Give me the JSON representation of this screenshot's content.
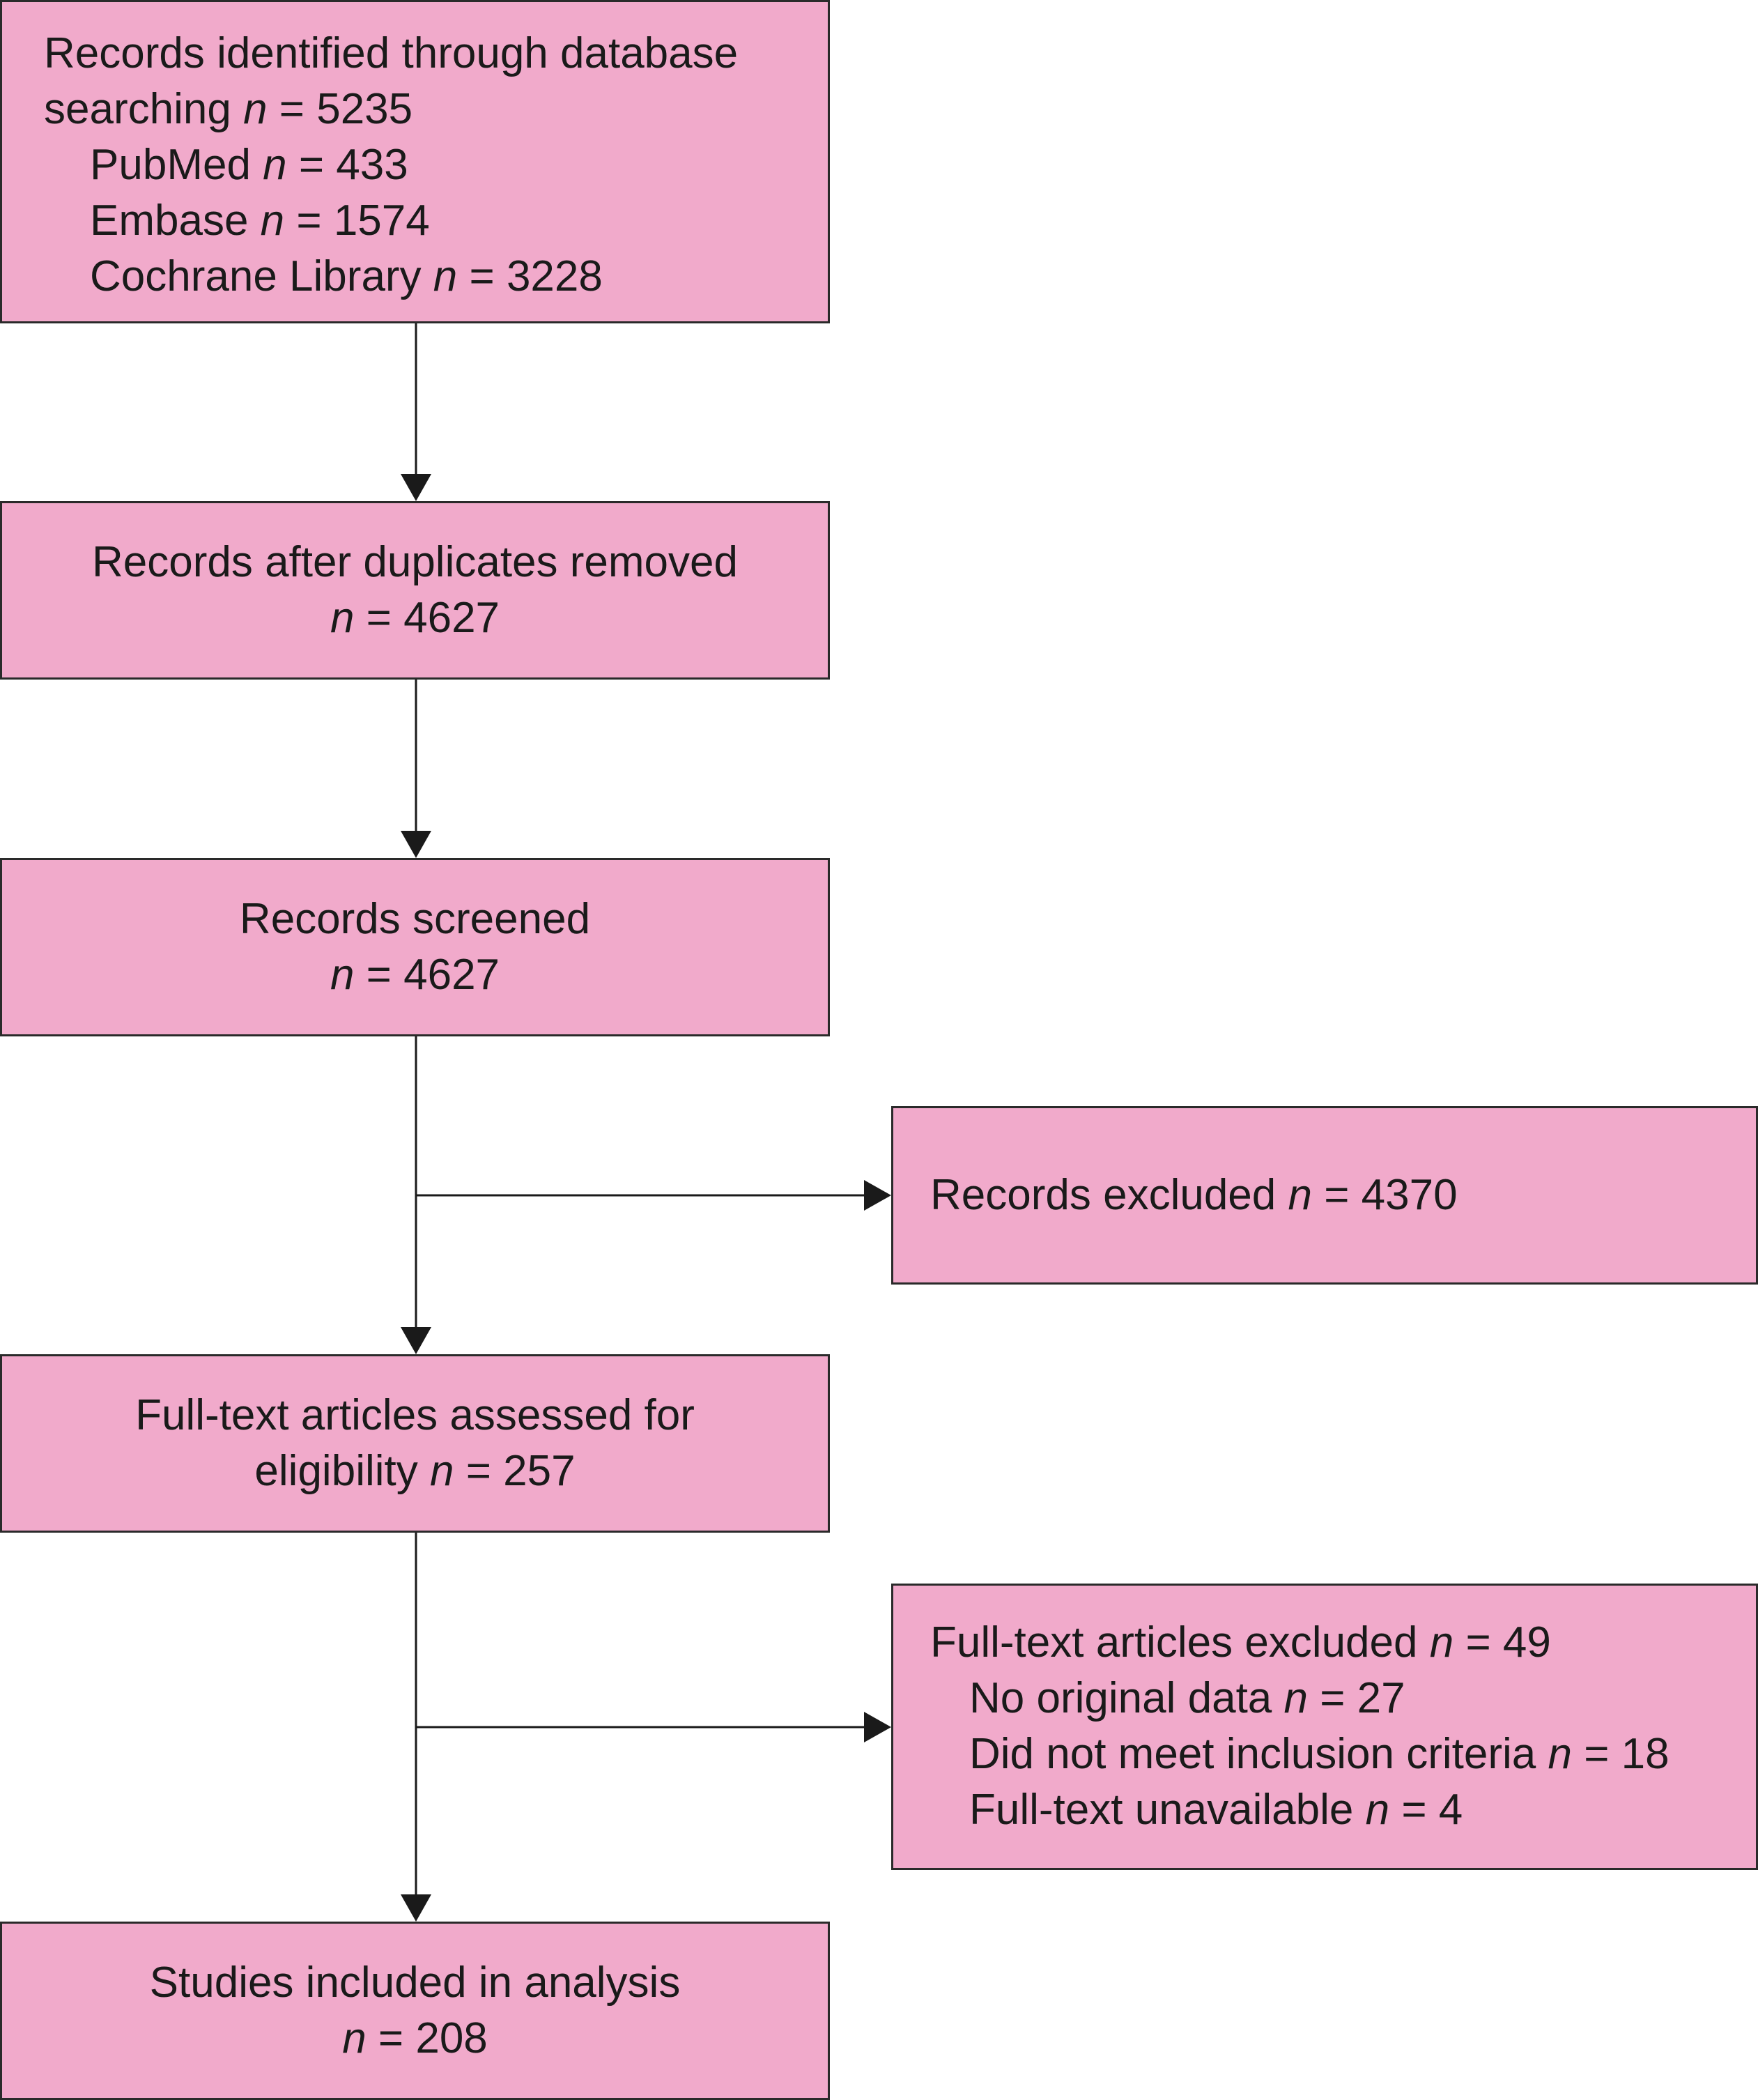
{
  "diagram": {
    "identification": {
      "title_line1": "Records identified through database",
      "title_line2_prefix": "searching ",
      "n_symbol": "n",
      "total_value": "= 5235",
      "sources": [
        {
          "label": "PubMed ",
          "value": "= 433"
        },
        {
          "label": "Embase ",
          "value": "= 1574"
        },
        {
          "label": "Cochrane Library ",
          "value": "= 3228"
        }
      ]
    },
    "duplicates_removed": {
      "title": "Records after duplicates removed",
      "value": "= 4627"
    },
    "screened": {
      "title": "Records screened",
      "value": "= 4627"
    },
    "records_excluded": {
      "title": "Records excluded ",
      "value": "= 4370"
    },
    "fulltext_assessed": {
      "title_line1": "Full-text articles assessed for",
      "title_line2_prefix": "eligibility ",
      "value": "= 257"
    },
    "fulltext_excluded": {
      "title": "Full-text articles excluded ",
      "value": "= 49",
      "reasons": [
        {
          "label": "No original data ",
          "value": "= 27"
        },
        {
          "label": "Did not meet inclusion criteria ",
          "value": " = 18"
        },
        {
          "label": "Full-text unavailable ",
          "value": " = 4"
        }
      ]
    },
    "included": {
      "title": "Studies included in analysis",
      "value": "= 208"
    },
    "colors": {
      "box_fill": "#f1aacb",
      "box_border": "#2a2a2a",
      "connector": "#1a1a1a"
    }
  }
}
